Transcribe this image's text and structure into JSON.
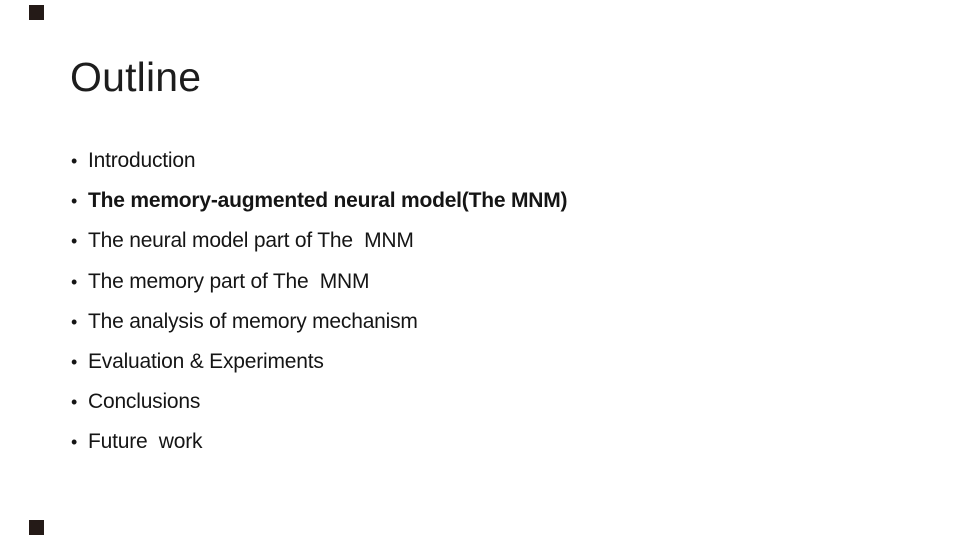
{
  "slide": {
    "title": "Outline",
    "bullet_glyph": "•",
    "bullets": [
      {
        "text": "Introduction",
        "bold": false
      },
      {
        "text": "The memory-augmented neural model(The MNM)",
        "bold": true
      },
      {
        "text": "The neural model part of The  MNM",
        "bold": false
      },
      {
        "text": "The memory part of The  MNM",
        "bold": false
      },
      {
        "text": "The analysis of memory mechanism",
        "bold": false
      },
      {
        "text": "Evaluation & Experiments",
        "bold": false
      },
      {
        "text": "Conclusions",
        "bold": false
      },
      {
        "text": "Future  work",
        "bold": false
      }
    ],
    "colors": {
      "background": "#ffffff",
      "text": "#151515",
      "accent_square": "#241a17"
    }
  }
}
